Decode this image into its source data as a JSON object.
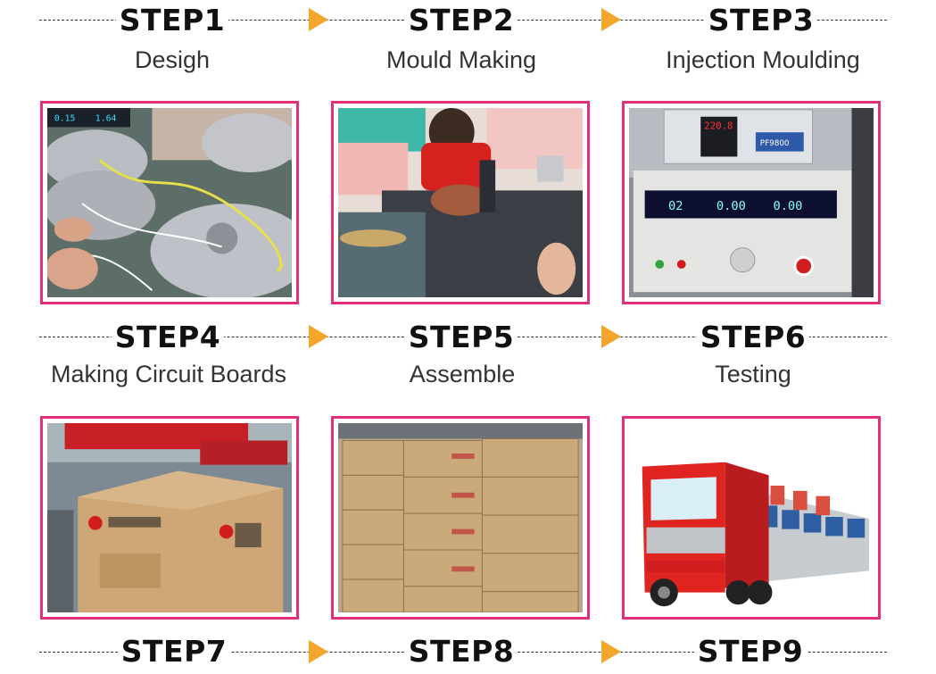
{
  "steps": [
    {
      "label": "STEP1",
      "caption": "Desigh",
      "photo": "rice-cooker-wiring-photo"
    },
    {
      "label": "STEP2",
      "caption": "Mould Making",
      "photo": "factory-worker-inner-pot-photo"
    },
    {
      "label": "STEP3",
      "caption": "Injection Moulding",
      "photo": "electrical-test-instrument-photo"
    },
    {
      "label": "STEP4",
      "caption": "Making Circuit Boards",
      "photo": ""
    },
    {
      "label": "STEP5",
      "caption": "Assemble",
      "photo": ""
    },
    {
      "label": "STEP6",
      "caption": "Testing",
      "photo": ""
    },
    {
      "label": "STEP7",
      "caption": "",
      "photo": "carton-box-photo"
    },
    {
      "label": "STEP8",
      "caption": "",
      "photo": "stacked-cartons-warehouse-photo"
    },
    {
      "label": "STEP9",
      "caption": "",
      "photo": "red-truck-and-ship-photo"
    }
  ],
  "photo_text": {
    "meter_left": "0.15",
    "meter_right": "1.64",
    "power_display": "220.8",
    "brand": "PF9800",
    "tester_values": [
      "02",
      "0.00",
      "0.00"
    ]
  },
  "colors": {
    "frame": "#e2317a",
    "arrow": "#f4a52c",
    "text": "#111111"
  }
}
